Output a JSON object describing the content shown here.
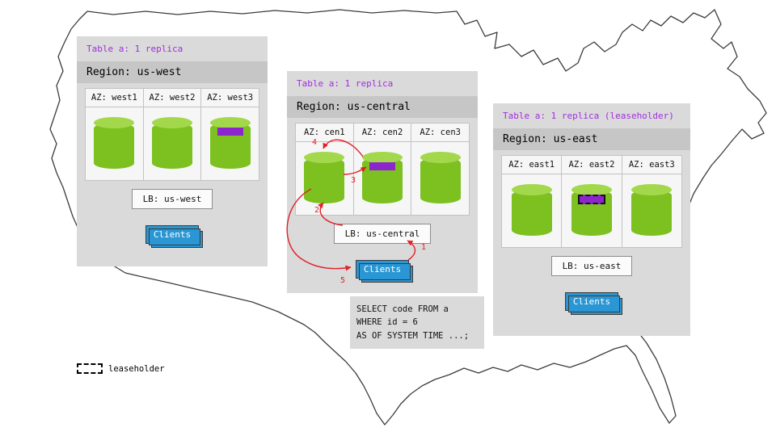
{
  "legend": {
    "label": "leaseholder"
  },
  "panels": {
    "west": {
      "table_label": "Table a: 1 replica",
      "region_label": "Region: us-west",
      "azs": [
        {
          "label": "AZ: west1",
          "has_replica": false,
          "is_leaseholder": false
        },
        {
          "label": "AZ: west2",
          "has_replica": false,
          "is_leaseholder": false
        },
        {
          "label": "AZ: west3",
          "has_replica": true,
          "is_leaseholder": false
        }
      ],
      "lb_label": "LB: us-west",
      "clients_label": "Clients"
    },
    "central": {
      "table_label": "Table a: 1 replica",
      "region_label": "Region: us-central",
      "azs": [
        {
          "label": "AZ: cen1",
          "has_replica": false,
          "is_leaseholder": false
        },
        {
          "label": "AZ: cen2",
          "has_replica": true,
          "is_leaseholder": false
        },
        {
          "label": "AZ: cen3",
          "has_replica": false,
          "is_leaseholder": false
        }
      ],
      "lb_label": "LB: us-central",
      "clients_label": "Clients",
      "sql_lines": [
        "SELECT code FROM a",
        "WHERE id = 6",
        "AS OF SYSTEM TIME ...;"
      ]
    },
    "east": {
      "table_label": "Table a: 1 replica (leaseholder)",
      "region_label": "Region: us-east",
      "azs": [
        {
          "label": "AZ: east1",
          "has_replica": false,
          "is_leaseholder": false
        },
        {
          "label": "AZ: east2",
          "has_replica": true,
          "is_leaseholder": true
        },
        {
          "label": "AZ: east3",
          "has_replica": false,
          "is_leaseholder": false
        }
      ],
      "lb_label": "LB: us-east",
      "clients_label": "Clients"
    }
  },
  "arrows": {
    "steps": [
      "1",
      "2",
      "3",
      "4",
      "5"
    ]
  },
  "colors": {
    "panel_bg": "#dadada",
    "region_strip": "#c6c6c6",
    "cylinder_green": "#7cc120",
    "cylinder_top": "#a3d84c",
    "replica_purple": "#8d25cc",
    "table_label_purple": "#a22de0",
    "clients_blue": "#2a96d4",
    "arrow_red": "#e02127"
  }
}
